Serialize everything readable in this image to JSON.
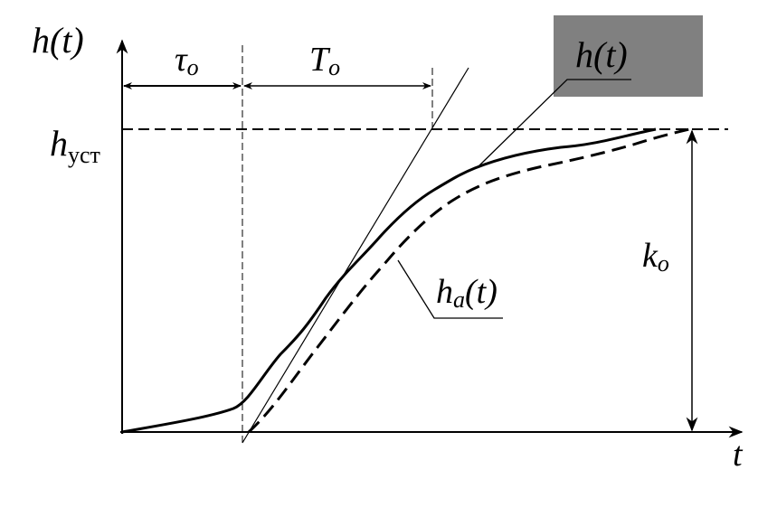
{
  "labels": {
    "y_axis": "h(t)",
    "x_axis": "t",
    "tau": "τ",
    "tau_sub": "o",
    "T": "T",
    "T_sub": "o",
    "h_ust": "h",
    "h_ust_sub": "уст",
    "k": "k",
    "k_sub": "o",
    "curve_h": "h(t)",
    "curve_ha_main": "h",
    "curve_ha_sub": "a",
    "curve_ha_tail": "(t)"
  },
  "colors": {
    "box": "#808080",
    "line": "#000000"
  }
}
